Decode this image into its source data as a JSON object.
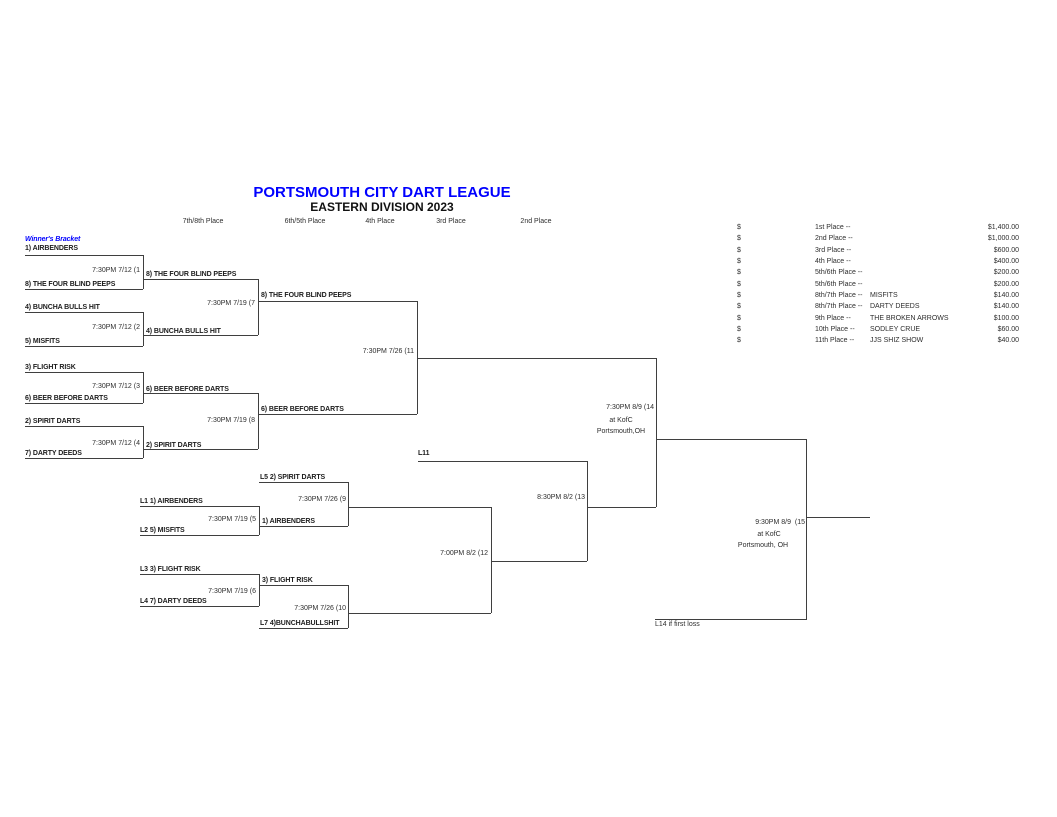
{
  "colors": {
    "accent_blue": "#0000FF",
    "line": "#3f3f3f"
  },
  "header": {
    "title": "PORTSMOUTH CITY DART LEAGUE",
    "subtitle": "EASTERN DIVISION 2023",
    "columns": [
      "7th/8th Place",
      "6th/5th Place",
      "4th Place",
      "3rd Place",
      "2nd Place"
    ]
  },
  "winners_bracket": {
    "label": "Winner's Bracket",
    "seeds": [
      "1) AIRBENDERS",
      "8) THE FOUR BLIND PEEPS",
      "4) BUNCHA BULLS HIT",
      "5) MISFITS",
      "3) FLIGHT RISK",
      "6) BEER BEFORE DARTS",
      "2) SPIRIT DARTS",
      "7) DARTY DEEDS"
    ],
    "round1": [
      {
        "time": "7:30PM 7/12 (1",
        "winner": "8) THE FOUR BLIND PEEPS"
      },
      {
        "time": "7:30PM 7/12 (2",
        "winner": "4) BUNCHA BULLS HIT"
      },
      {
        "time": "7:30PM 7/12 (3",
        "winner": "6) BEER BEFORE DARTS"
      },
      {
        "time": "7:30PM 7/12 (4",
        "winner": "2) SPIRIT DARTS"
      }
    ],
    "round2": [
      {
        "time": "7:30PM 7/19 (7",
        "winner": "8) THE FOUR BLIND PEEPS"
      },
      {
        "time": "7:30PM 7/19 (8",
        "winner": "6) BEER BEFORE DARTS"
      }
    ],
    "semifinal": {
      "time": "7:30PM 7/26 (11"
    }
  },
  "losers_bracket": {
    "m5": {
      "top": "L1 1) AIRBENDERS",
      "bottom": "L2 5) MISFITS",
      "time": "7:30PM 7/19 (5",
      "winner": "1) AIRBENDERS"
    },
    "m6": {
      "top": "L3 3) FLIGHT RISK",
      "bottom": "L4 7) DARTY DEEDS",
      "time": "7:30PM 7/19 (6",
      "winner": "3) FLIGHT RISK"
    },
    "m9": {
      "top": "L5 2) SPIRIT DARTS",
      "time": "7:30PM 7/26 (9"
    },
    "m10": {
      "bottom": "L7 4)BUNCHABULLSHIT",
      "time": "7:30PM 7/26 (10"
    },
    "m12": {
      "time": "7:00PM 8/2 (12"
    },
    "m13": {
      "top_label": "L11",
      "time": "8:30PM 8/2 (13"
    }
  },
  "finals": {
    "m14": {
      "time": "7:30PM 8/9 (14",
      "venue": "at KofC",
      "city": "Portsmouth,OH"
    },
    "m15": {
      "time": "9:30PM 8/9  (15",
      "venue": "at KofC",
      "city": "Portsmouth, OH",
      "loser_note": "L14 if first loss"
    }
  },
  "prizes": {
    "rows": [
      {
        "sym": "$",
        "place": "1st Place --",
        "team": "",
        "amount": "$1,400.00"
      },
      {
        "sym": "$",
        "place": "2nd Place --",
        "team": "",
        "amount": "$1,000.00"
      },
      {
        "sym": "$",
        "place": "3rd Place --",
        "team": "",
        "amount": "$600.00"
      },
      {
        "sym": "$",
        "place": "4th Place --",
        "team": "",
        "amount": "$400.00"
      },
      {
        "sym": "$",
        "place": "5th/6th Place --",
        "team": "",
        "amount": "$200.00"
      },
      {
        "sym": "$",
        "place": "5th/6th Place --",
        "team": "",
        "amount": "$200.00"
      },
      {
        "sym": "$",
        "place": "8th/7th Place --",
        "team": "MISFITS",
        "amount": "$140.00"
      },
      {
        "sym": "$",
        "place": "8th/7th Place --",
        "team": "DARTY DEEDS",
        "amount": "$140.00"
      },
      {
        "sym": "$",
        "place": "9th Place --",
        "team": "THE BROKEN ARROWS",
        "amount": "$100.00"
      },
      {
        "sym": "$",
        "place": "10th Place --",
        "team": "SODLEY CRUE",
        "amount": "$60.00"
      },
      {
        "sym": "$",
        "place": "11th Place --",
        "team": "JJS SHIZ SHOW",
        "amount": "$40.00"
      }
    ]
  }
}
